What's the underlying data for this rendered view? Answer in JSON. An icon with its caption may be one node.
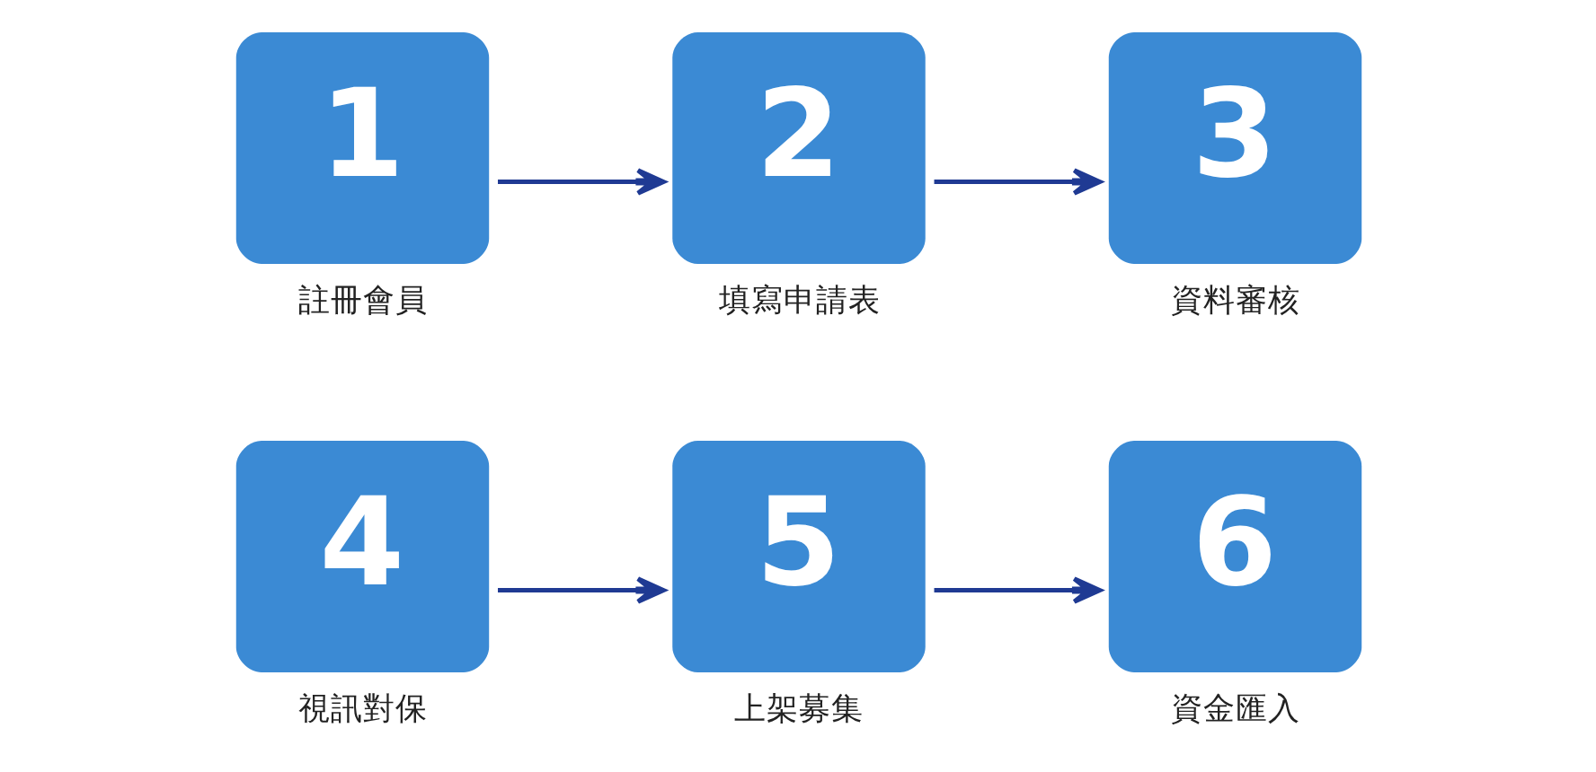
{
  "diagram": {
    "nodes": [
      {
        "text": [
          "1",
          "註冊會員"
        ]
      },
      {
        "text": [
          "2",
          "填寫申請表"
        ]
      },
      {
        "text": [
          "3",
          "資料審核"
        ]
      },
      {
        "text": [
          "4",
          "視訊對保"
        ]
      },
      {
        "text": [
          "5",
          "上架募集"
        ]
      },
      {
        "text": [
          "6",
          "資金匯入"
        ]
      }
    ],
    "edges": [
      {
        "from": 0,
        "to": 1,
        "arrow": "to"
      },
      {
        "from": 1,
        "to": 2,
        "arrow": "to"
      },
      {
        "from": 3,
        "to": 4,
        "arrow": "to"
      },
      {
        "from": 4,
        "to": 5,
        "arrow": "to"
      }
    ]
  }
}
